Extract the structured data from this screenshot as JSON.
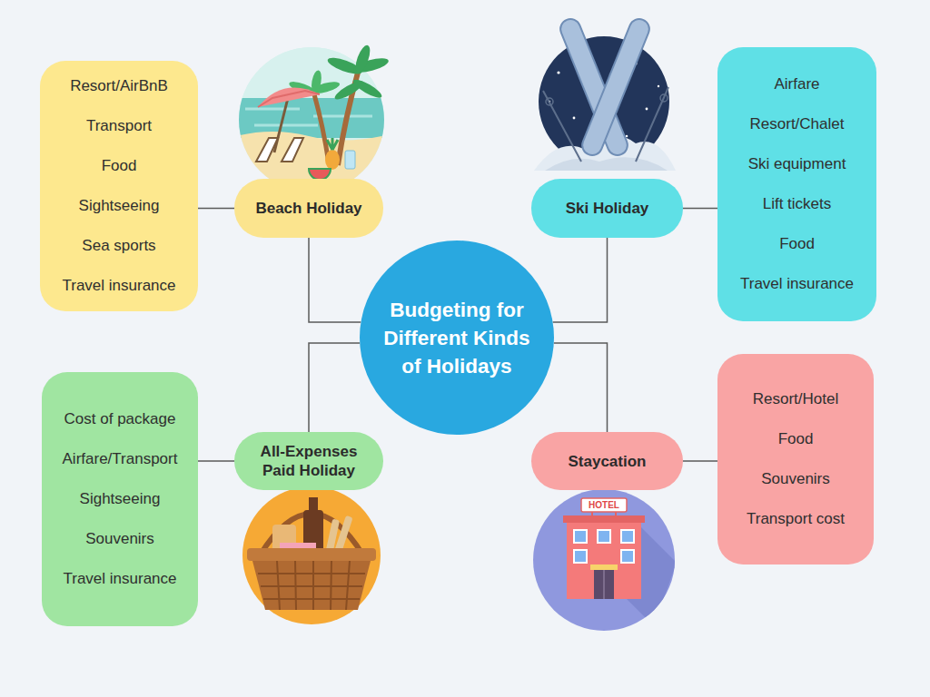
{
  "diagram": {
    "nodes": [
      {
        "text": [
          "Budgeting for Different Kinds of Holidays"
        ]
      },
      {
        "text": [
          "Beach Holiday"
        ]
      },
      {
        "text": [
          "Resort/AirBnB",
          "Transport",
          "Food",
          "Sightseeing",
          "Sea sports",
          "Travel insurance"
        ]
      },
      {
        "text": [
          "Ski Holiday"
        ]
      },
      {
        "text": [
          "Airfare",
          "Resort/Chalet",
          "Ski equipment",
          "Lift tickets",
          "Food",
          "Travel insurance"
        ]
      },
      {
        "text": [
          "All-Expenses Paid Holiday"
        ]
      },
      {
        "text": [
          "Cost of package",
          "Airfare/Transport",
          "Sightseeing",
          "Souvenirs",
          "Travel insurance"
        ]
      },
      {
        "text": [
          "Staycation"
        ]
      },
      {
        "text": [
          "Resort/Hotel",
          "Food",
          "Souvenirs",
          "Transport cost"
        ]
      }
    ],
    "edges": [
      {
        "from": 0,
        "to": 1,
        "arrow": "none"
      },
      {
        "from": 1,
        "to": 2,
        "arrow": "none"
      },
      {
        "from": 0,
        "to": 3,
        "arrow": "none"
      },
      {
        "from": 3,
        "to": 4,
        "arrow": "none"
      },
      {
        "from": 0,
        "to": 5,
        "arrow": "none"
      },
      {
        "from": 5,
        "to": 6,
        "arrow": "none"
      },
      {
        "from": 0,
        "to": 7,
        "arrow": "none"
      },
      {
        "from": 7,
        "to": 8,
        "arrow": "none"
      }
    ],
    "labels": [
      "HOTEL"
    ]
  }
}
